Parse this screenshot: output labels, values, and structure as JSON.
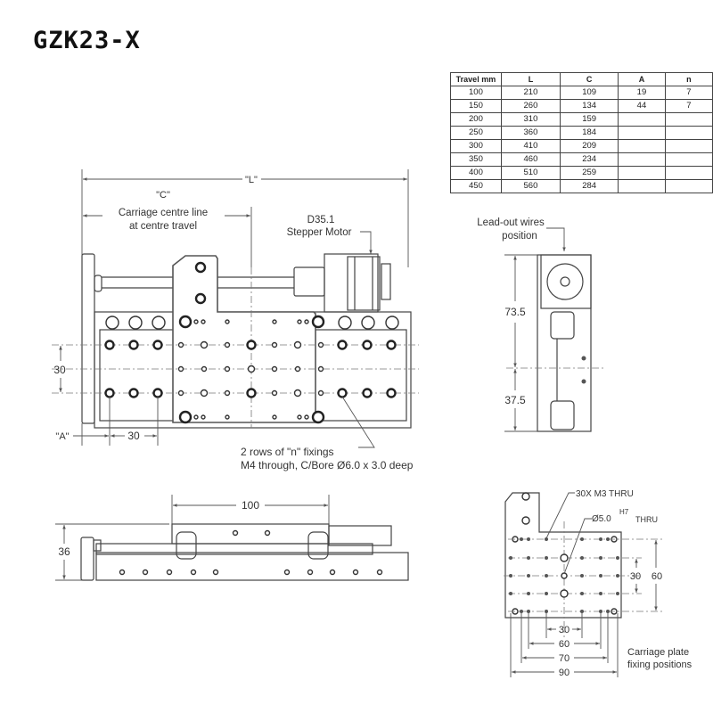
{
  "title": "GZK23-X",
  "spec_table": {
    "headers": [
      "Travel mm",
      "L",
      "C",
      "A",
      "n"
    ],
    "rows": [
      [
        "100",
        "210",
        "109",
        "19",
        "7"
      ],
      [
        "150",
        "260",
        "134",
        "44",
        "7"
      ],
      [
        "200",
        "310",
        "159",
        "",
        ""
      ],
      [
        "250",
        "360",
        "184",
        "",
        ""
      ],
      [
        "300",
        "410",
        "209",
        "",
        ""
      ],
      [
        "350",
        "460",
        "234",
        "",
        ""
      ],
      [
        "400",
        "510",
        "259",
        "",
        ""
      ],
      [
        "450",
        "560",
        "284",
        "",
        ""
      ]
    ]
  },
  "top_view": {
    "dim_L": "\"L\"",
    "dim_C": "\"C\"",
    "carriage_line_1": "Carriage centre line",
    "carriage_line_2": "at centre travel",
    "motor_label_1": "D35.1",
    "motor_label_2": "Stepper Motor",
    "dim_row_spacing": "30",
    "dim_A": "\"A\"",
    "dim_hole_pitch": "30",
    "fixings_note_1": "2 rows of \"n\" fixings",
    "fixings_note_2": "M4 through, C/Bore Ø6.0 x 3.0 deep"
  },
  "end_view": {
    "lead_out_label_1": "Lead-out wires",
    "lead_out_label_2": "position",
    "dim_upper": "73.5",
    "dim_lower": "37.5"
  },
  "side_view": {
    "dim_carriage_length": "100",
    "dim_height": "36"
  },
  "carriage_plate": {
    "callout_m3": "30X M3 THRU",
    "callout_dowel_prefix": "Ø5.0",
    "callout_dowel_tol": "H7",
    "callout_dowel_suffix": "THRU",
    "dim_v_30": "30",
    "dim_v_60": "60",
    "dim_h_30": "30",
    "dim_h_60": "60",
    "dim_h_70": "70",
    "dim_h_90": "90",
    "caption_1": "Carriage plate",
    "caption_2": "fixing positions"
  }
}
